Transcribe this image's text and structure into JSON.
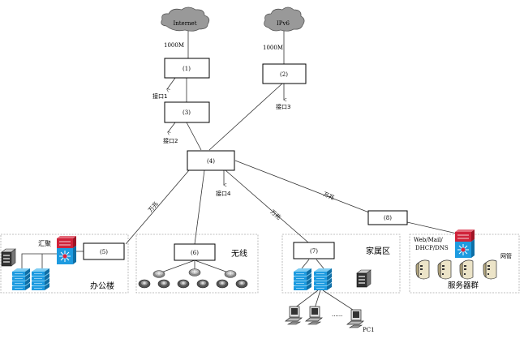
{
  "clouds": {
    "internet": "Internet",
    "ipv6": "IPv6"
  },
  "links": {
    "internet_speed": "1000M",
    "ipv6_speed": "1000M",
    "wan_label": "万兆"
  },
  "nodes": {
    "n1": "(1)",
    "n2": "(2)",
    "n3": "(3)",
    "n4": "(4)",
    "n5": "(5)",
    "n6": "(6)",
    "n7": "(7)",
    "n8": "(8)"
  },
  "ports": {
    "p1": "接口1",
    "p2": "接口2",
    "p3": "接口3",
    "p4": "接口4"
  },
  "areas": {
    "office": {
      "title": "办公楼",
      "aggregate": "汇聚"
    },
    "wireless": {
      "title": "无线"
    },
    "residential": {
      "title": "家属区",
      "pc_label": "PC1",
      "ellipsis": "......"
    },
    "servers": {
      "title": "服务器群",
      "services_line1": "Web/Mail/",
      "services_line2": "DHCP/DNS",
      "netmgmt": "网管"
    }
  },
  "colors": {
    "switch_blue": "#1e9be0",
    "router_red": "#d0233a",
    "line": "#333333"
  }
}
